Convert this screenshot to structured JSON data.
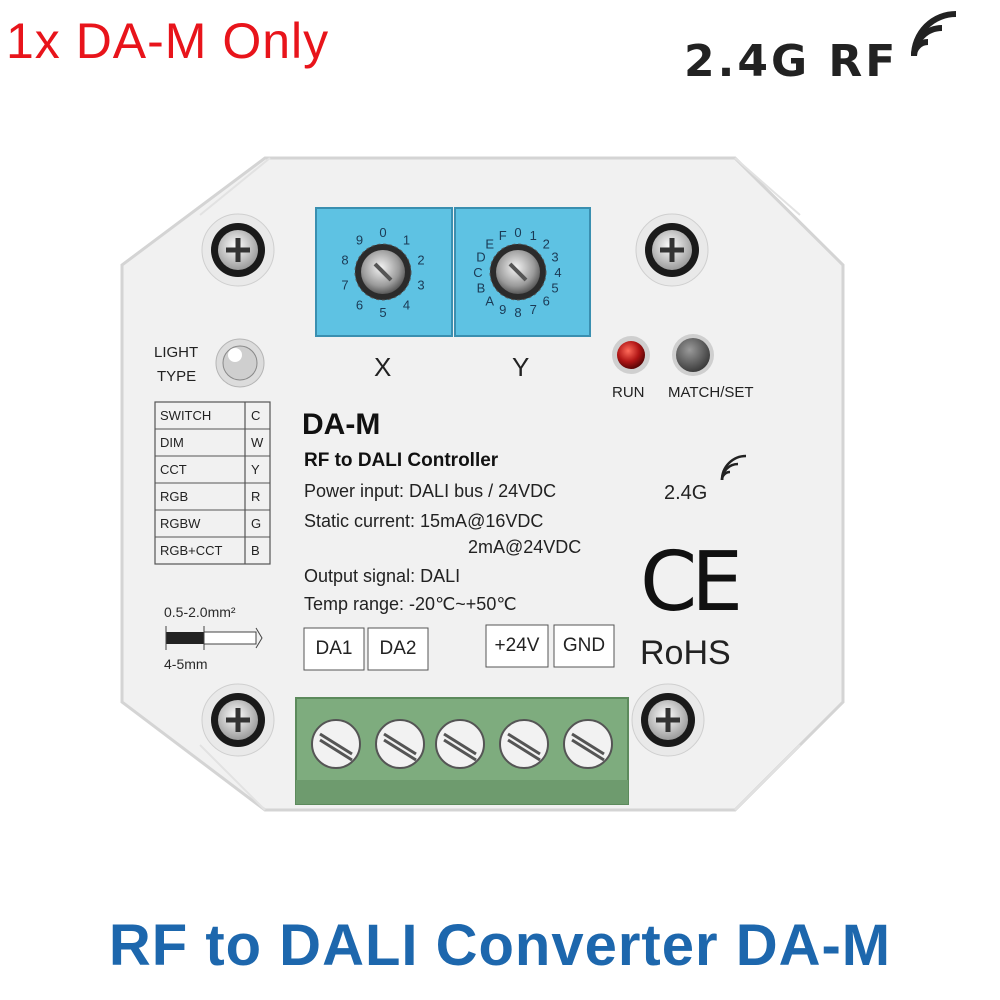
{
  "header": {
    "quantity_label": "1x DA-M Only",
    "rf_badge": "2.4G RF"
  },
  "device": {
    "model": "DA-M",
    "subtitle": "RF to DALI Controller",
    "specs": [
      "Power input: DALI bus / 24VDC",
      "Static current: 15mA@16VDC",
      "2mA@24VDC",
      "Output signal: DALI",
      "Temp range: -20℃~+50℃"
    ],
    "light_type": [
      "LIGHT",
      "TYPE"
    ],
    "light_table": [
      {
        "type": "SWITCH",
        "code": "C"
      },
      {
        "type": "DIM",
        "code": "W"
      },
      {
        "type": "CCT",
        "code": "Y"
      },
      {
        "type": "RGB",
        "code": "R"
      },
      {
        "type": "RGBW",
        "code": "G"
      },
      {
        "type": "RGB+CCT",
        "code": "B"
      }
    ],
    "wire_spec": "0.5-2.0mm²",
    "strip_length": "4-5mm",
    "dial_x_label": "X",
    "dial_y_label": "Y",
    "dial_x_digits": [
      "0",
      "1",
      "2",
      "3",
      "4",
      "5",
      "6",
      "7",
      "8",
      "9"
    ],
    "dial_y_digits": [
      "0",
      "1",
      "2",
      "3",
      "4",
      "5",
      "6",
      "7",
      "8",
      "9",
      "A",
      "B",
      "C",
      "D",
      "E",
      "F"
    ],
    "run_label": "RUN",
    "match_label": "MATCH/SET",
    "freq_label": "2.4G",
    "ce_mark": "CE",
    "rohs": "RoHS",
    "terminals": [
      "DA1",
      "DA2",
      "+24V",
      "GND"
    ]
  },
  "caption": "RF to DALI Converter DA-M",
  "colors": {
    "quantity": "#e8141b",
    "caption": "#1d67ad",
    "dial_blue": "#5ec2e3",
    "terminal_green": "#7eac7e",
    "run_led": "#b01515"
  }
}
